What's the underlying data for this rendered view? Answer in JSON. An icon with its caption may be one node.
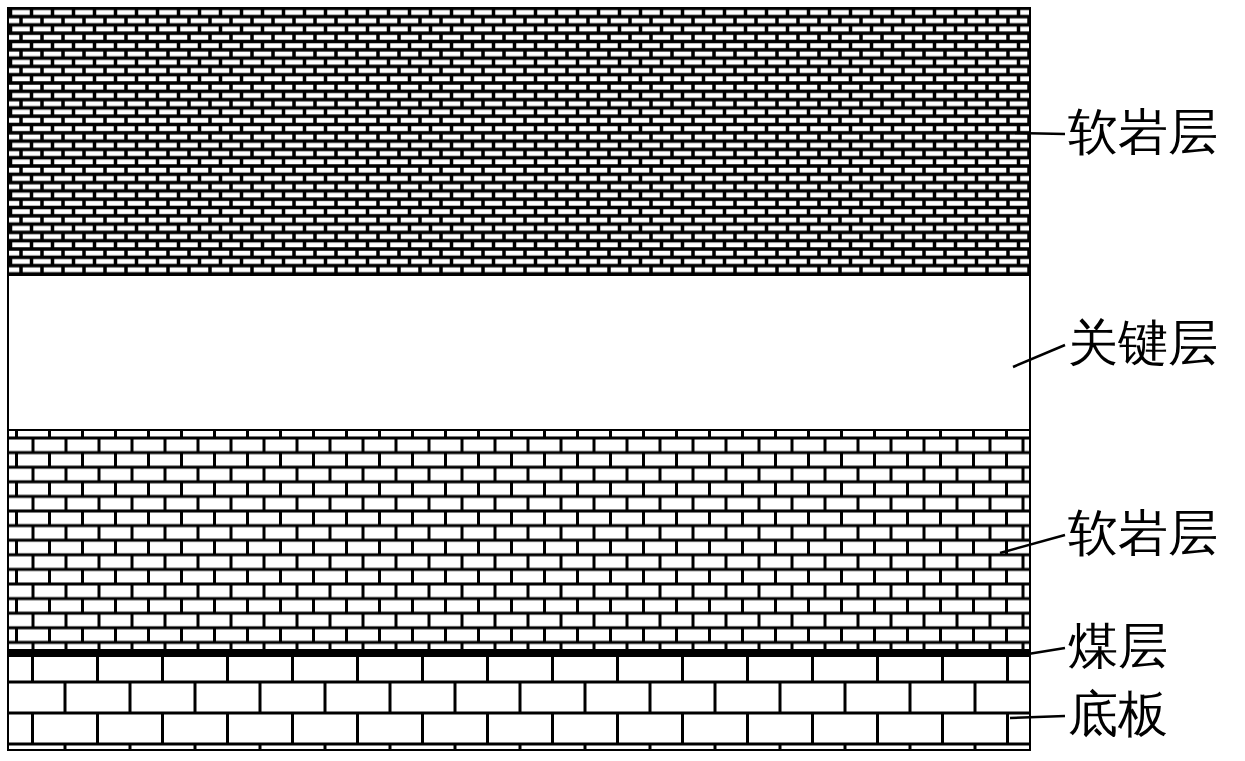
{
  "diagram": {
    "nodes": [
      {
        "text": [],
        "shape": "box"
      },
      {
        "text": [],
        "shape": "box"
      },
      {
        "text": [],
        "shape": "box"
      },
      {
        "text": [],
        "shape": "box"
      },
      {
        "text": [],
        "shape": "box"
      },
      {
        "text": [
          "软岩层"
        ]
      },
      {
        "text": [
          "关键层"
        ]
      },
      {
        "text": [
          "软岩层"
        ]
      },
      {
        "text": [
          "煤层"
        ]
      },
      {
        "text": [
          "底板"
        ]
      }
    ],
    "edges": [
      {
        "from": 5,
        "to": 0,
        "arrow": "none"
      },
      {
        "from": 6,
        "to": 1,
        "arrow": "none"
      },
      {
        "from": 7,
        "to": 2,
        "arrow": "none"
      },
      {
        "from": 8,
        "to": 3,
        "arrow": "none"
      },
      {
        "from": 9,
        "to": 4,
        "arrow": "none"
      }
    ]
  }
}
